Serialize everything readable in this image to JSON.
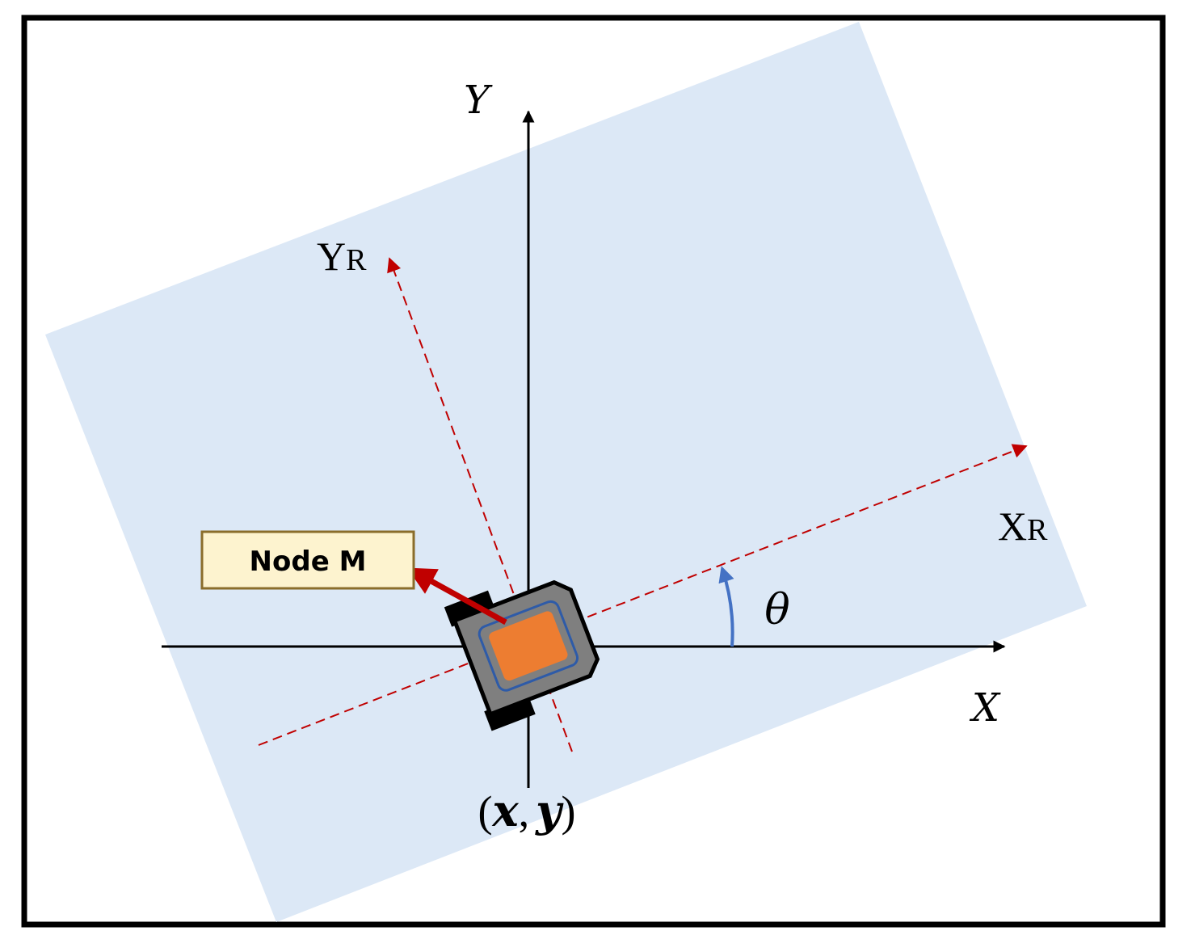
{
  "diagram": {
    "labels": {
      "world_x": "X",
      "world_y": "Y",
      "robot_x_main": "X",
      "robot_x_sub": "R",
      "robot_y_main": "Y",
      "robot_y_sub": "R",
      "theta": "θ",
      "position_open": "(",
      "position_x": "x",
      "position_comma": ",",
      "position_y": "y",
      "position_close": ")",
      "node": "Node M"
    },
    "colors": {
      "frame_border": "#000000",
      "field_fill": "#dce8f6",
      "world_axes": "#000000",
      "robot_axes": "#c00000",
      "theta_arc": "#4472c4",
      "node_fill": "#fdf3cf",
      "node_border": "#8a6d2b",
      "heading_arrow": "#c00000",
      "robot_body": "#7f7f7f",
      "robot_wheels": "#000000",
      "robot_core": "#ed7d31",
      "robot_core_outline": "#2e5ba8"
    }
  }
}
